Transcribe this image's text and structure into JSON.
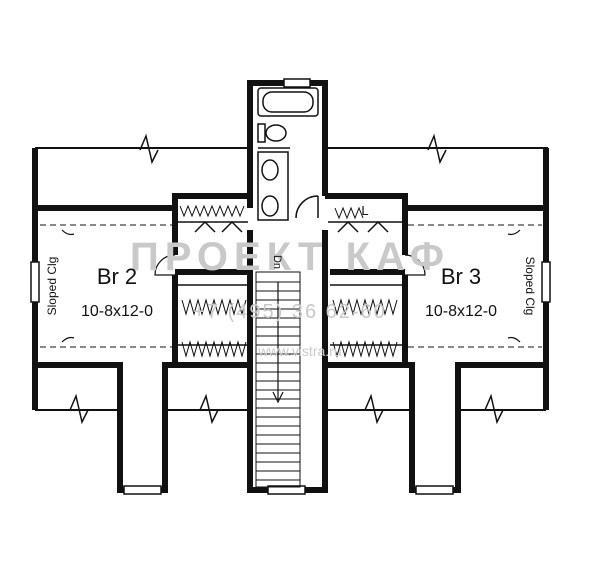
{
  "rooms": {
    "br2": {
      "name": "Br 2",
      "size": "10-8x12-0",
      "ceiling": "Sloped Clg"
    },
    "br3": {
      "name": "Br 3",
      "size": "10-8x12-0",
      "ceiling": "Sloped Clg"
    }
  },
  "labels": {
    "linen": "L",
    "stair_down": "Dn"
  },
  "watermark": {
    "brand": "ПРОЕКТ КАФ",
    "phone": "+7 (495) 36 62-60",
    "url": "www.vistra.ru"
  },
  "colors": {
    "line": "#111111",
    "watermark": "#c9c9c9"
  }
}
